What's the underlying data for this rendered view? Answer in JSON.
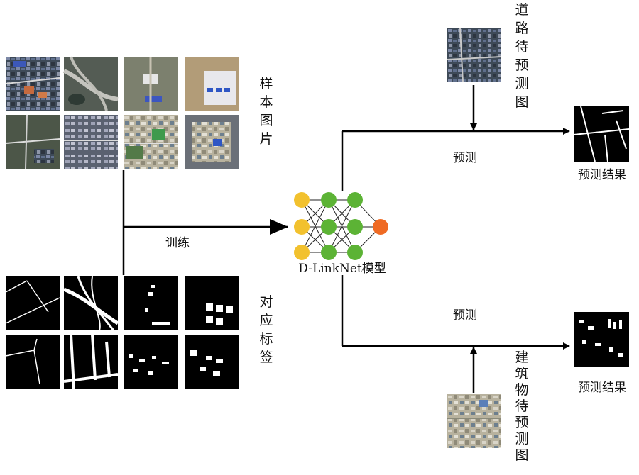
{
  "labels": {
    "sample_images": [
      "样",
      "本",
      "图",
      "片"
    ],
    "label_images": [
      "对",
      "应",
      "标",
      "签"
    ],
    "road_test": [
      "道",
      "路",
      "待",
      "预",
      "测",
      "图"
    ],
    "building_test": [
      "建",
      "筑",
      "物",
      "待",
      "预",
      "测",
      "图"
    ],
    "train": "训练",
    "predict_top": "预测",
    "predict_bottom": "预测",
    "result_top": "预测结果",
    "result_bottom": "预测结果",
    "model": "D-LinkNet模型"
  },
  "network": {
    "input_color": "#f2c12e",
    "hidden_color": "#5cb335",
    "output_color": "#ef6a23",
    "layers": [
      3,
      3,
      3,
      1
    ]
  },
  "palette": {
    "line": "#000000",
    "satellite_dark": "#3b4452",
    "satellite_light": "#b9b2a0",
    "mask_bg": "#000000",
    "mask_fg": "#ffffff"
  }
}
